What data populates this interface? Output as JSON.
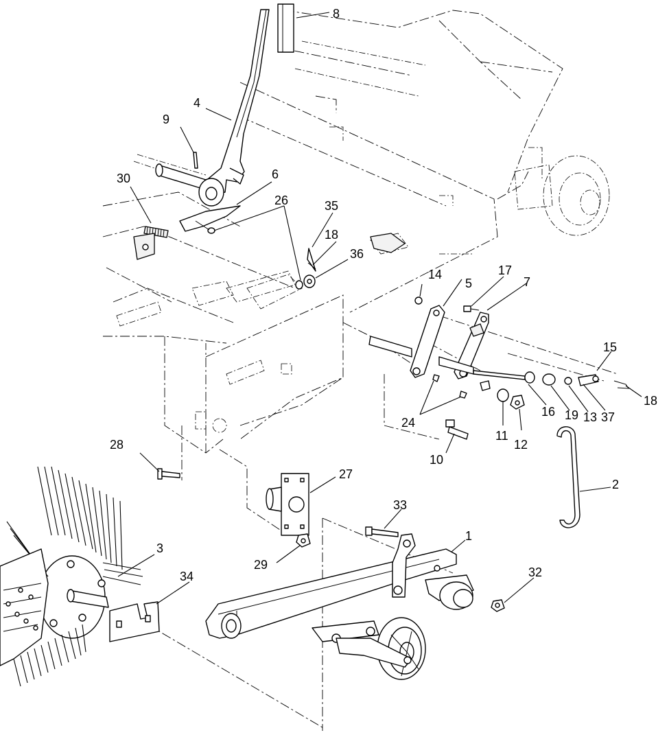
{
  "callouts": [
    {
      "id": "c1",
      "label": "1"
    },
    {
      "id": "c2",
      "label": "2"
    },
    {
      "id": "c3",
      "label": "3"
    },
    {
      "id": "c4",
      "label": "4"
    },
    {
      "id": "c5",
      "label": "5"
    },
    {
      "id": "c6",
      "label": "6"
    },
    {
      "id": "c7",
      "label": "7"
    },
    {
      "id": "c8",
      "label": "8"
    },
    {
      "id": "c9",
      "label": "9"
    },
    {
      "id": "c10",
      "label": "10"
    },
    {
      "id": "c11",
      "label": "11"
    },
    {
      "id": "c12",
      "label": "12"
    },
    {
      "id": "c13",
      "label": "13"
    },
    {
      "id": "c14",
      "label": "14"
    },
    {
      "id": "c15",
      "label": "15"
    },
    {
      "id": "c16",
      "label": "16"
    },
    {
      "id": "c17",
      "label": "17"
    },
    {
      "id": "c18a",
      "label": "18"
    },
    {
      "id": "c18b",
      "label": "18"
    },
    {
      "id": "c19",
      "label": "19"
    },
    {
      "id": "c24",
      "label": "24"
    },
    {
      "id": "c26",
      "label": "26"
    },
    {
      "id": "c27",
      "label": "27"
    },
    {
      "id": "c28",
      "label": "28"
    },
    {
      "id": "c29",
      "label": "29"
    },
    {
      "id": "c30",
      "label": "30"
    },
    {
      "id": "c32",
      "label": "32"
    },
    {
      "id": "c33",
      "label": "33"
    },
    {
      "id": "c34",
      "label": "34"
    },
    {
      "id": "c35",
      "label": "35"
    },
    {
      "id": "c36",
      "label": "36"
    },
    {
      "id": "c37",
      "label": "37"
    }
  ]
}
